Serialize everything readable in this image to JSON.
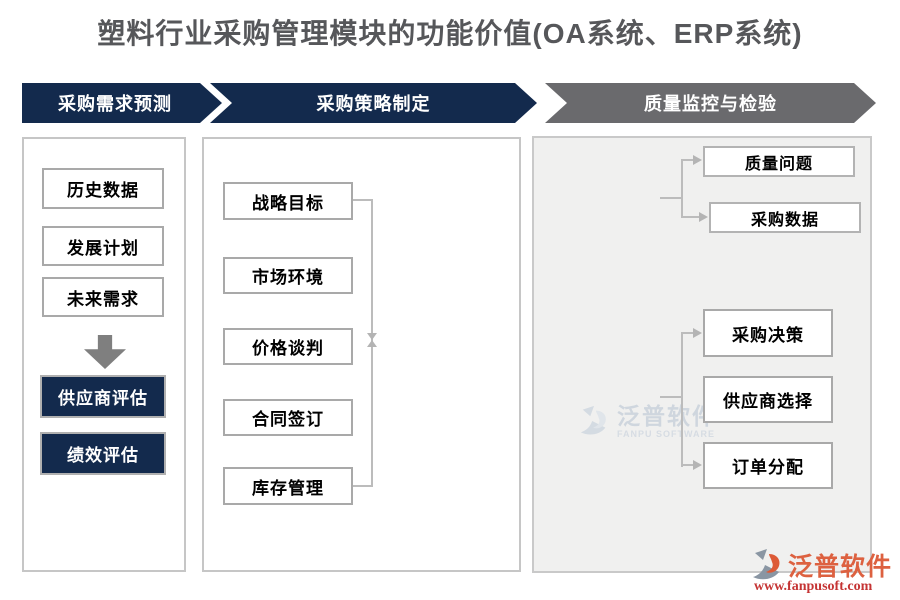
{
  "title": "塑料行业采购管理模块的功能价值(OA系统、ERP系统)",
  "stages": [
    {
      "label": "采购需求预测"
    },
    {
      "label": "采购策略制定"
    },
    {
      "label": "质量监控与检验"
    }
  ],
  "forecast": {
    "inputs": [
      "历史数据",
      "发展计划",
      "未来需求"
    ],
    "outputs": [
      "供应商评估",
      "绩效评估"
    ]
  },
  "strategy": {
    "items": [
      "战略目标",
      "市场环境",
      "价格谈判",
      "合同签订",
      "库存管理"
    ]
  },
  "quality": {
    "top_boxes": [
      "质量问题",
      "采购数据"
    ],
    "bottom_boxes": [
      "采购决策",
      "供应商选择",
      "订单分配"
    ]
  },
  "watermark": {
    "name": "泛普软件",
    "sub": "FANPU SOFTWARE"
  },
  "logo": {
    "name": "泛普软件",
    "url": "www.fanpusoft.com"
  },
  "colors": {
    "navy": "#132a4d",
    "stage_gray": "#6a6a6d",
    "panel_bg_gray": "#f0f0ef",
    "brand_orange": "#dd6140",
    "brand_red": "#c53434"
  }
}
